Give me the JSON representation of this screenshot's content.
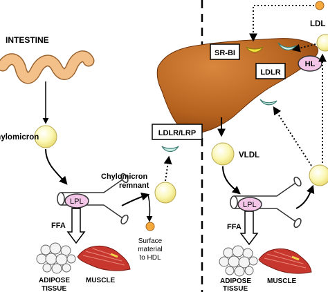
{
  "left_panel": {
    "intestine": "INTESTINE",
    "chylomicron": "Chylomicron",
    "lpl": "LPL",
    "ffa": "FFA",
    "adipose_line1": "ADIPOSE",
    "adipose_line2": "TISSUE",
    "muscle": "MUSCLE",
    "remnant_line1": "Chylomicron",
    "remnant_line2": "remnant",
    "surface_line1": "Surface",
    "surface_line2": "material",
    "surface_line3": "to HDL"
  },
  "liver": {
    "ldlr_lrp": "LDLR/LRP",
    "sr_bi": "SR-BI",
    "ldlr": "LDLR",
    "hl": "HL"
  },
  "right_panel": {
    "vldl": "VLDL",
    "lpl": "LPL",
    "ffa": "FFA",
    "adipose_line1": "ADIPOSE",
    "adipose_line2": "TISSUE",
    "muscle": "MUSCLE",
    "ldl": "LDL"
  },
  "colors": {
    "liver": "#b5621f",
    "lipoprotein": "#fbf7b6",
    "small_particle": "#f5a83c",
    "intestine": "#f4c089",
    "lpl": "#f3c6e8",
    "receptor_yellow": "#f3e23a",
    "receptor_teal": "#cfeee8"
  }
}
